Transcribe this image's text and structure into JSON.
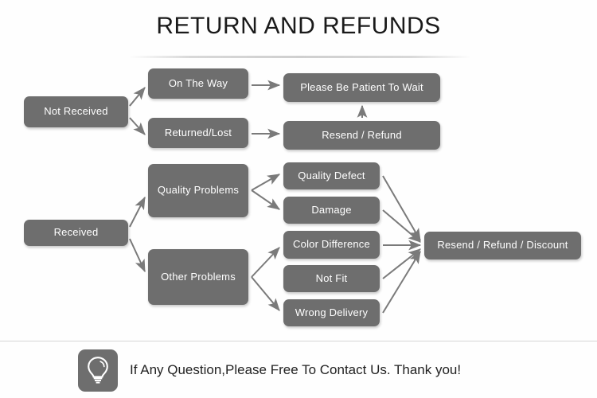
{
  "page": {
    "title": "RETURN AND REFUNDS",
    "background_color": "#fefefe",
    "node_color": "#6e6e6e",
    "node_text_color": "#ffffff",
    "arrow_color": "#7a7a7a"
  },
  "flow": {
    "nodes": {
      "not_received": "Not Received",
      "received": "Received",
      "on_the_way": "On The Way",
      "returned_lost": "Returned/Lost",
      "quality_problems": "Quality Problems",
      "other_problems": "Other Problems",
      "please_be_patient": "Please Be Patient To Wait",
      "resend_refund": "Resend / Refund",
      "quality_defect": "Quality Defect",
      "damage": "Damage",
      "color_difference": "Color Difference",
      "not_fit": "Not Fit",
      "wrong_delivery": "Wrong Delivery",
      "resend_refund_discount": "Resend / Refund / Discount"
    },
    "edges": [
      {
        "from": "not_received",
        "to": "on_the_way"
      },
      {
        "from": "not_received",
        "to": "returned_lost"
      },
      {
        "from": "on_the_way",
        "to": "please_be_patient"
      },
      {
        "from": "returned_lost",
        "to": "resend_refund"
      },
      {
        "from": "resend_refund",
        "to": "please_be_patient"
      },
      {
        "from": "received",
        "to": "quality_problems"
      },
      {
        "from": "received",
        "to": "other_problems"
      },
      {
        "from": "quality_problems",
        "to": "quality_defect"
      },
      {
        "from": "quality_problems",
        "to": "damage"
      },
      {
        "from": "other_problems",
        "to": "color_difference"
      },
      {
        "from": "other_problems",
        "to": "wrong_delivery"
      },
      {
        "from": "quality_defect",
        "to": "resend_refund_discount"
      },
      {
        "from": "damage",
        "to": "resend_refund_discount"
      },
      {
        "from": "color_difference",
        "to": "resend_refund_discount"
      },
      {
        "from": "not_fit",
        "to": "resend_refund_discount"
      },
      {
        "from": "wrong_delivery",
        "to": "resend_refund_discount"
      }
    ]
  },
  "footer": {
    "icon": "lightbulb-icon",
    "message": "If Any Question,Please Free To Contact Us. Thank you!"
  }
}
